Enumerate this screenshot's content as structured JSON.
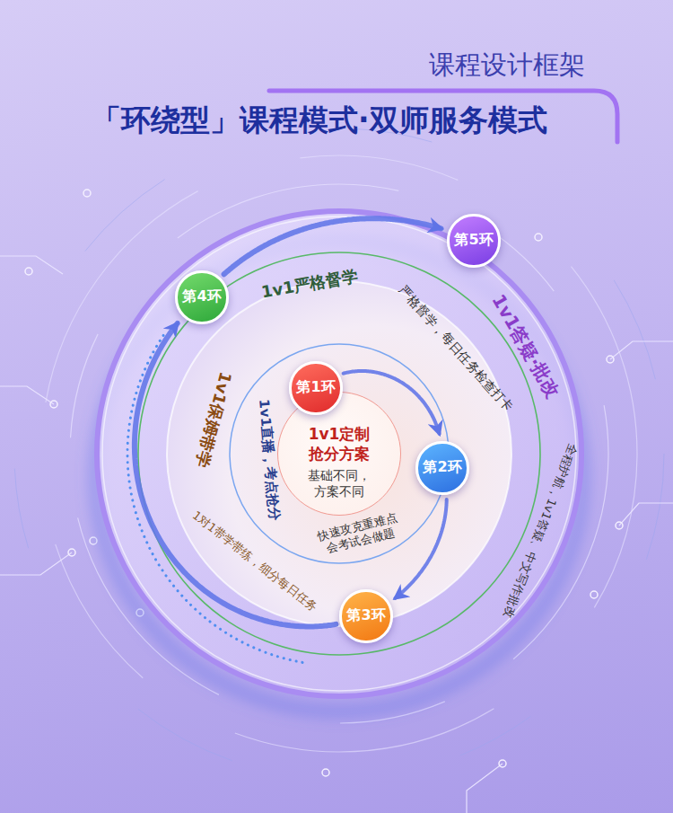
{
  "diagram": {
    "title": "「环绕型」课程模式·双师服务模式",
    "nodes": [
      {
        "text": [
          "第1环"
        ]
      },
      {
        "text": [
          "1v1定制 抢分方案",
          "基础不同，方案不同"
        ]
      },
      {
        "text": [
          "第2环"
        ]
      },
      {
        "text": [
          "第3环"
        ]
      },
      {
        "text": [
          "第4环"
        ]
      },
      {
        "text": [
          "第5环"
        ]
      }
    ],
    "edges": [
      {
        "from": 0,
        "to": 2,
        "arrow": "to"
      },
      {
        "from": 2,
        "to": 3,
        "arrow": "to"
      },
      {
        "from": 3,
        "to": 4,
        "arrow": "to"
      },
      {
        "from": 4,
        "to": 5,
        "arrow": "to"
      }
    ],
    "labels": [
      "课程设计框架",
      "1v1严格督学",
      "严格督学，每日任务检查打卡",
      "1v1答疑·批改",
      "全程护航，1v1答疑、中文写作批改",
      "1v1保姆带学",
      "1对1带学带练，细分每日任务",
      "1v1直播，考点抢分",
      "快速攻克重难点 会考试会做题"
    ]
  }
}
